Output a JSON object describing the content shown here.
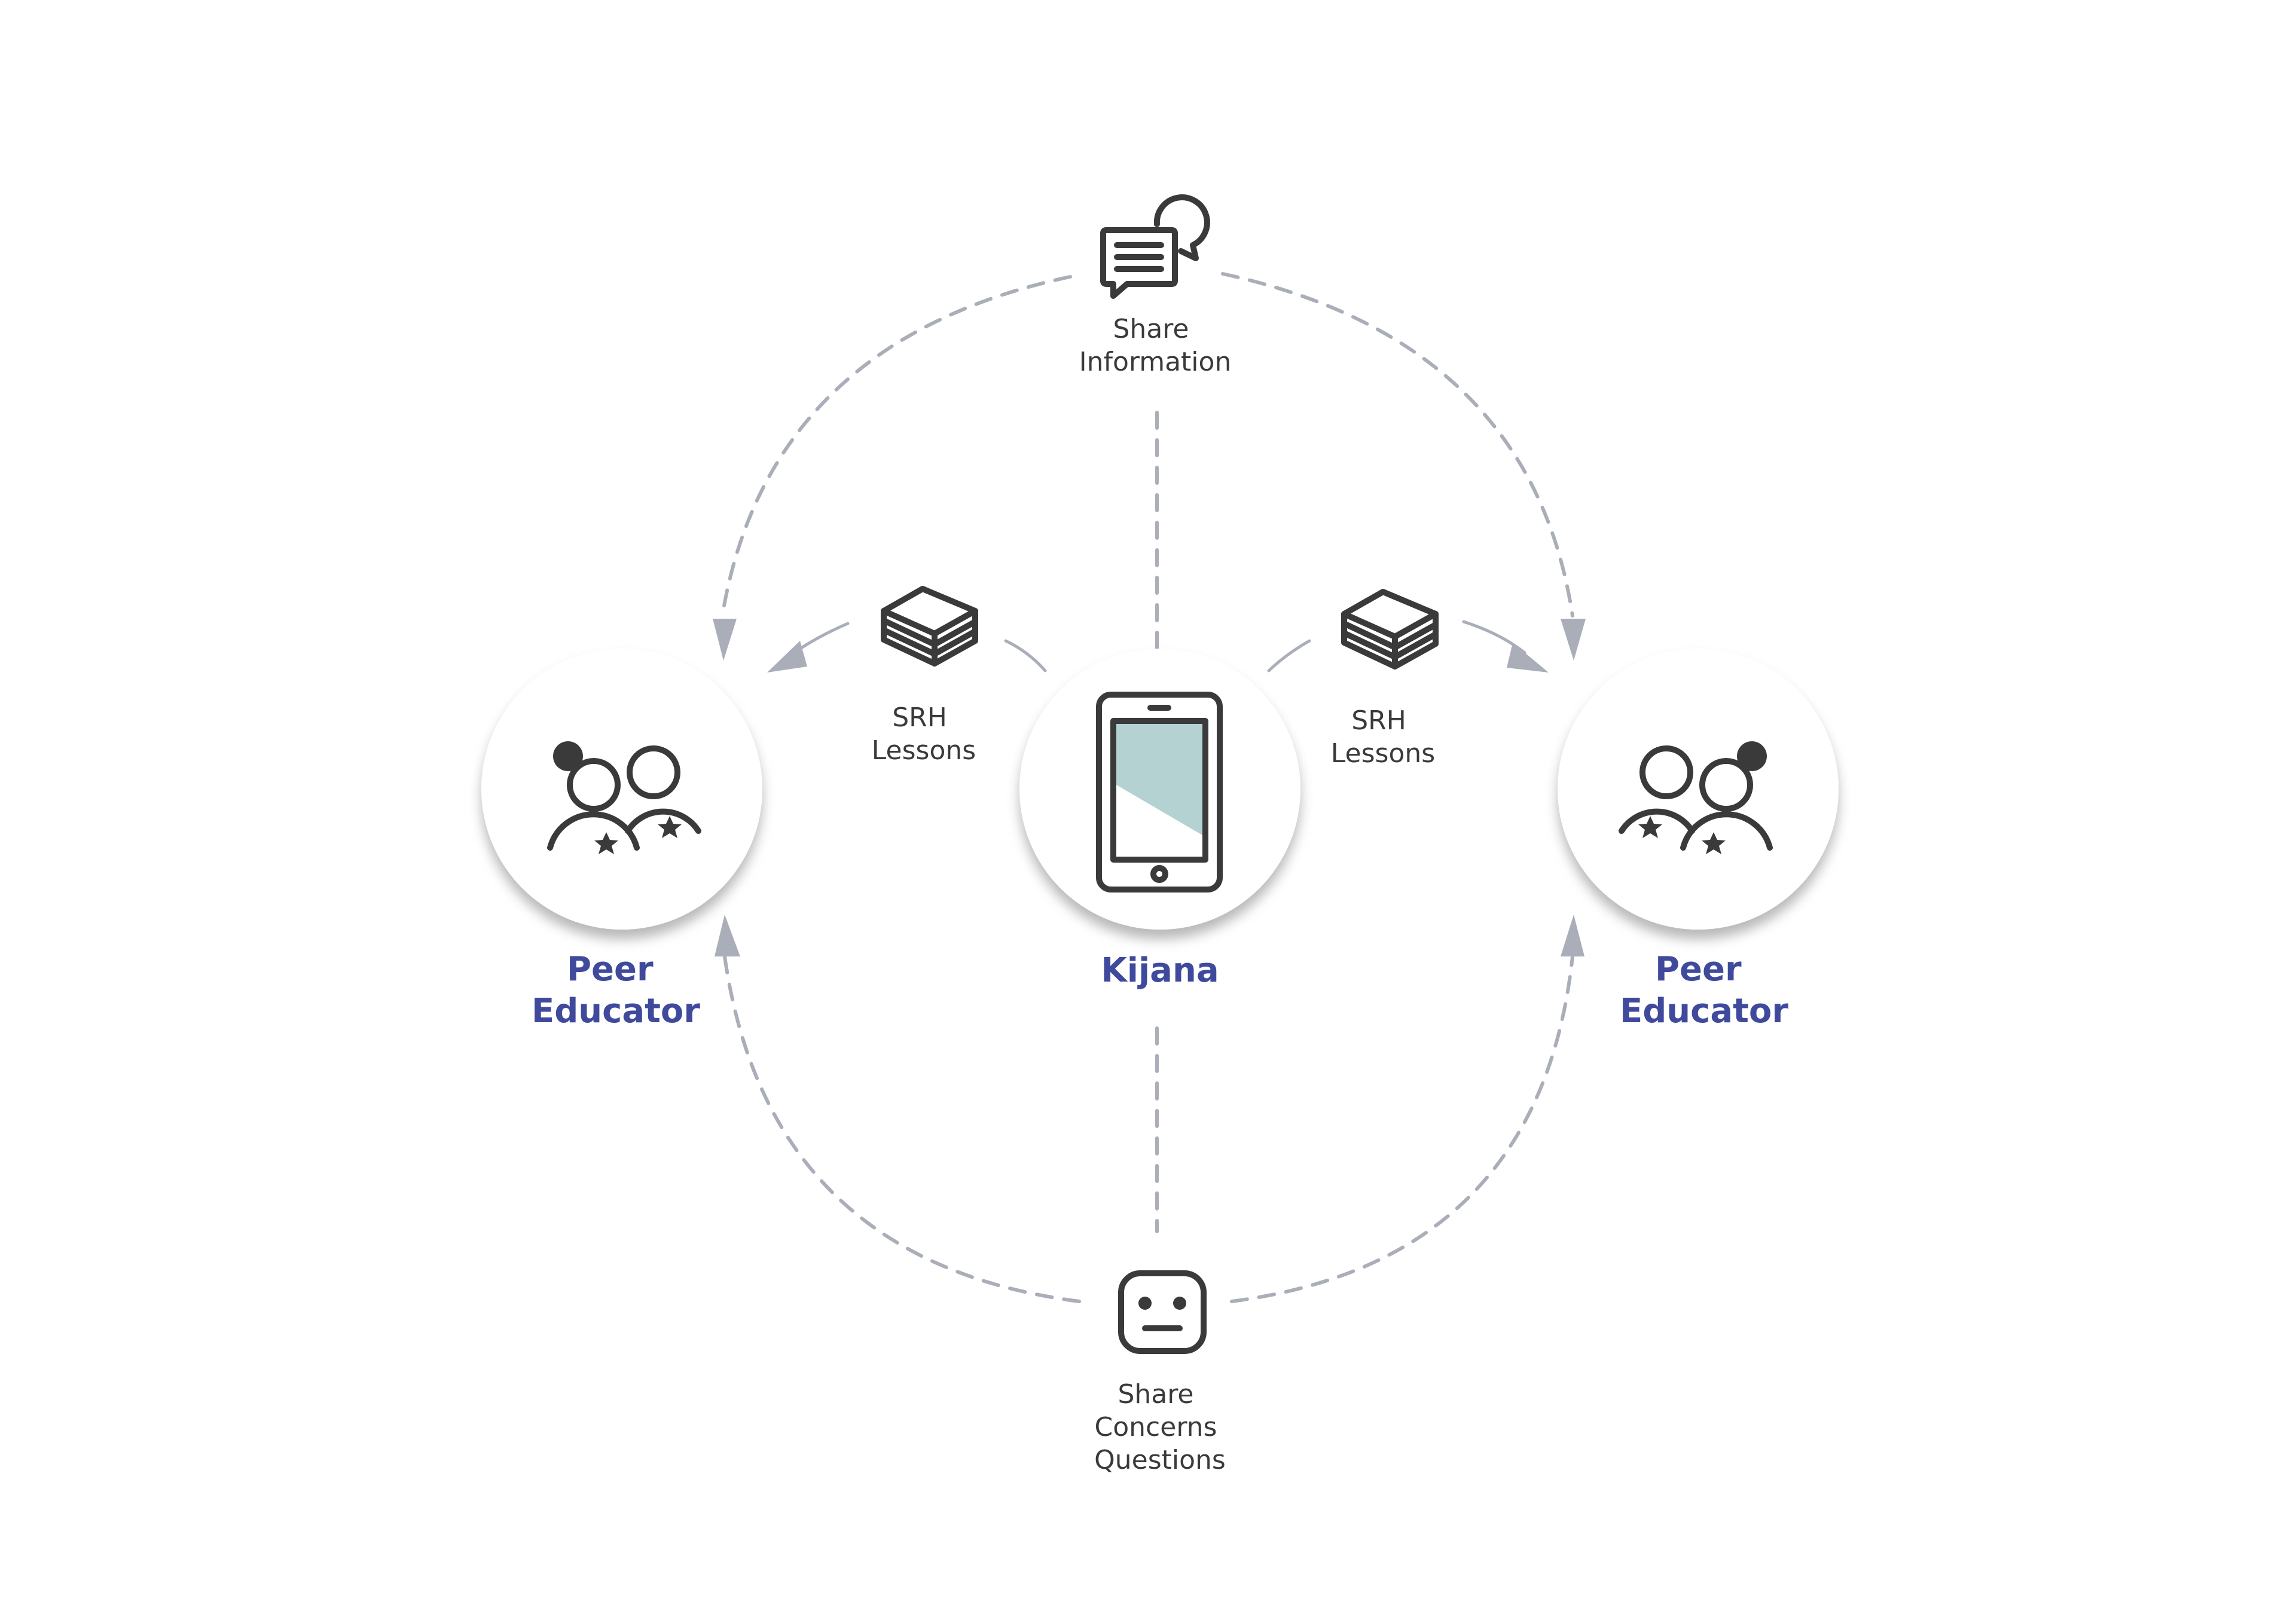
{
  "colors": {
    "node_label": "#3f4a9c",
    "flow_line": "#a9aeb8",
    "icon_stroke": "#3a3a3a",
    "phone_screen": "#b5d2d3",
    "skin_light": "#fde2c4",
    "skin_dark": "#cdb0a6",
    "node_fill": "#ffffff"
  },
  "nodes": {
    "left": {
      "label_line1": "Peer",
      "label_line2": "Educator",
      "icon": "people-icon"
    },
    "center": {
      "label": "Kijana",
      "icon": "smartphone-icon"
    },
    "right": {
      "label_line1": "Peer",
      "label_line2": "Educator",
      "icon": "people-icon"
    }
  },
  "flows": {
    "share_info": {
      "line1": "Share",
      "line2": "Information",
      "icon": "chat-bubbles-icon"
    },
    "srh_left": {
      "line1": "SRH",
      "line2": "Lessons",
      "icon": "book-stack-icon"
    },
    "srh_right": {
      "line1": "SRH",
      "line2": "Lessons",
      "icon": "book-stack-icon"
    },
    "share_concerns": {
      "line1": "Share",
      "line2": "Concerns",
      "line3": "Questions",
      "icon": "neutral-face-icon"
    }
  }
}
